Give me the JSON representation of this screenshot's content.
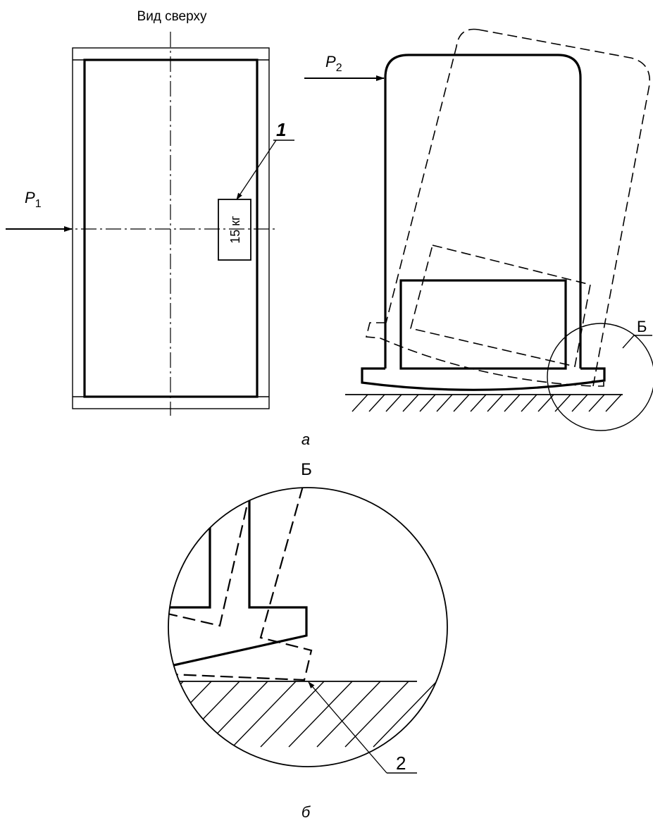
{
  "view_a": {
    "top_view_caption": "Вид сверху",
    "force_p1": {
      "letter": "P",
      "subscript": "1"
    },
    "force_p2": {
      "letter": "P",
      "subscript": "2"
    },
    "weight_label": "15 кг",
    "leader_1": "1",
    "detail_ref": "Б",
    "caption": "а"
  },
  "view_b": {
    "title": "Б",
    "leader_2": "2",
    "caption": "б"
  }
}
